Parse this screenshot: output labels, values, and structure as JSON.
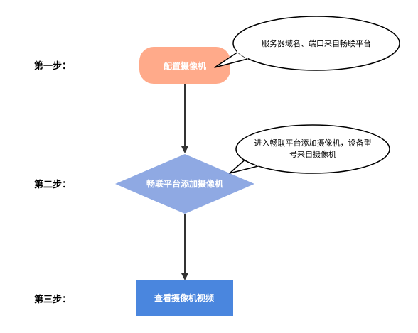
{
  "steps": {
    "step1": "第一步：",
    "step2": "第二步：",
    "step3": "第三步："
  },
  "nodes": {
    "configure_camera": "配置摄像机",
    "add_camera": "畅联平台添加摄像机",
    "view_video": "查看摄像机视频"
  },
  "callouts": {
    "callout1": "服务器域名、端口来自畅联平台",
    "callout2_line1": "进入畅联平台添加摄像机，设备型",
    "callout2_line2": "号来自摄像机"
  },
  "colors": {
    "node1_fill": "#FFAA8A",
    "node2_fill": "#8FA9E3",
    "node3_fill": "#4A86DE",
    "connector": "#333333",
    "callout_stroke": "#000000"
  }
}
